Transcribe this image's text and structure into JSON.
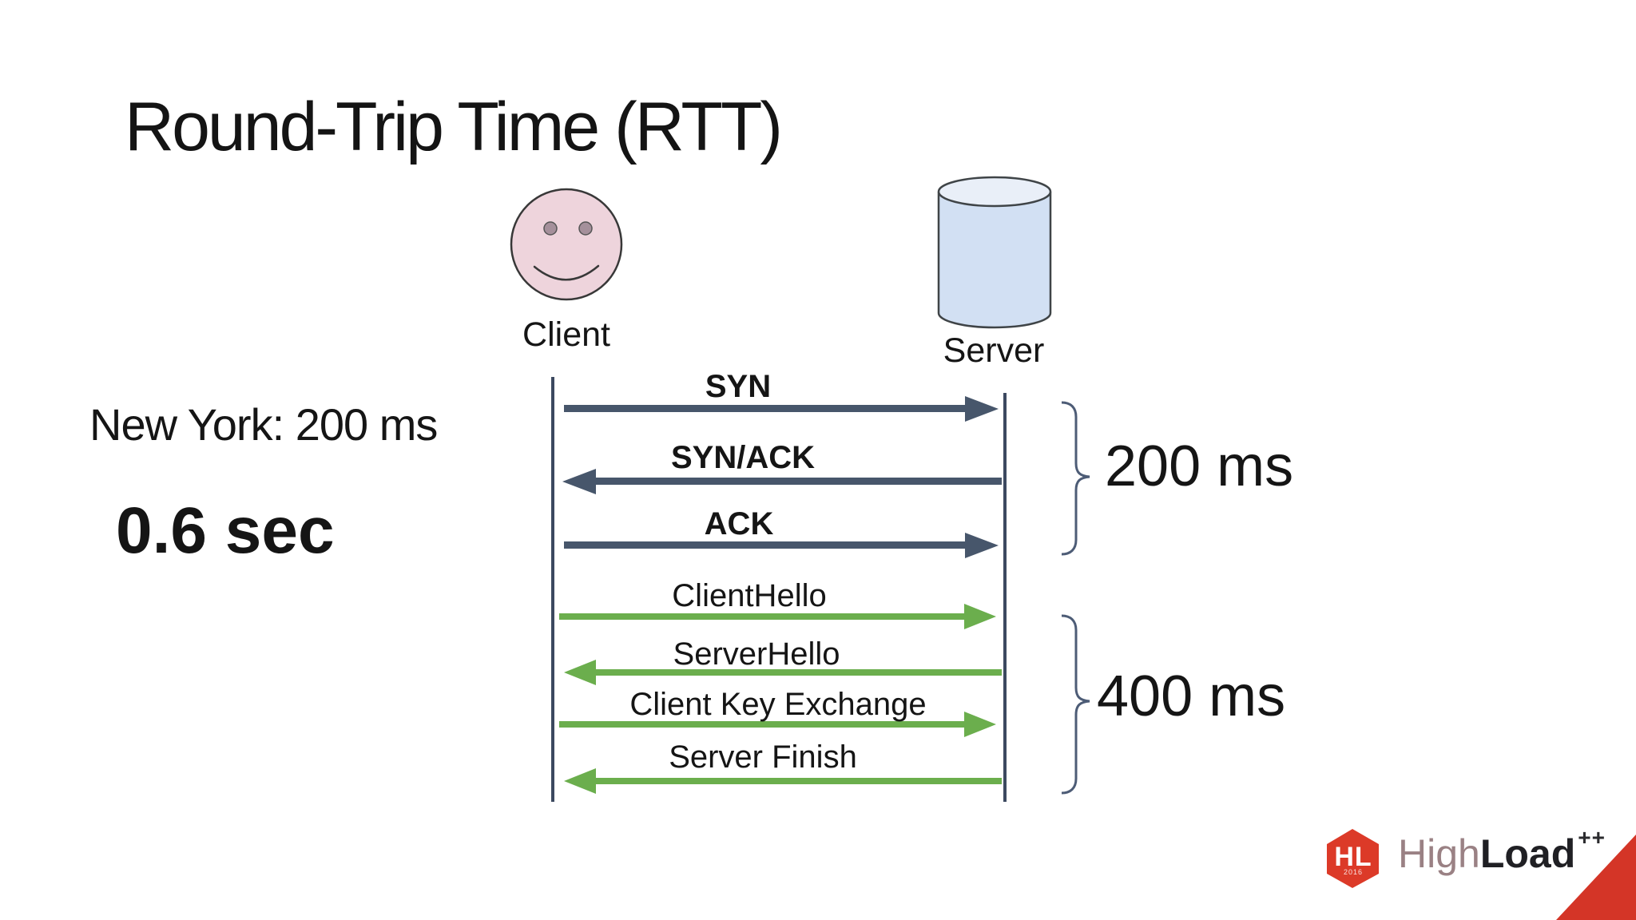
{
  "slide": {
    "title": "Round-Trip Time (RTT)",
    "notes": {
      "latency": "New York: 200 ms",
      "total": "0.6 sec"
    }
  },
  "diagram": {
    "actors": {
      "client": "Client",
      "server": "Server"
    },
    "tcp_handshake": {
      "duration": "200 ms",
      "messages": [
        {
          "label": "SYN",
          "direction": "client-to-server"
        },
        {
          "label": "SYN/ACK",
          "direction": "server-to-client"
        },
        {
          "label": "ACK",
          "direction": "client-to-server"
        }
      ]
    },
    "tls_handshake": {
      "duration": "400 ms",
      "messages": [
        {
          "label": "ClientHello",
          "direction": "client-to-server"
        },
        {
          "label": "ServerHello",
          "direction": "server-to-client"
        },
        {
          "label": "Client Key Exchange",
          "direction": "client-to-server"
        },
        {
          "label": "Server Finish",
          "direction": "server-to-client"
        }
      ]
    },
    "colors": {
      "tcp_arrow": "#47566b",
      "tls_arrow": "#6bae4d",
      "lifeline": "#3c4960",
      "bracket": "#4d5c76",
      "face_fill": "#eed4dc",
      "eye_fill": "#a5909b",
      "cylinder_fill": "#d2e0f3",
      "cylinder_top_fill": "#e9eff8"
    }
  },
  "footer": {
    "logo": {
      "monogram": "HL",
      "year": "2016",
      "word_high": "High",
      "word_load": "Load",
      "word_plus": "++"
    },
    "colors": {
      "logo_red": "#dc3a28",
      "corner_red": "#d43527"
    }
  }
}
